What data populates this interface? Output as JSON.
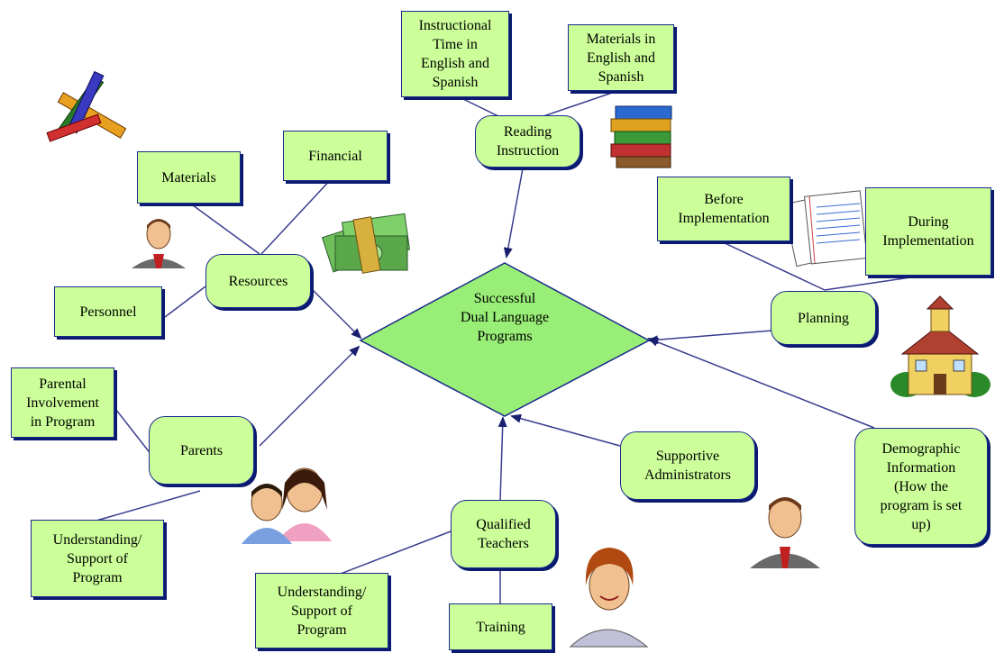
{
  "center": "Successful\nDual Language\nPrograms",
  "nodes": {
    "instructional_time": "Instructional\nTime in\nEnglish and\nSpanish",
    "materials_in_english_spanish": "Materials in\nEnglish and\nSpanish",
    "reading_instruction": "Reading\nInstruction",
    "financial": "Financial",
    "materials": "Materials",
    "resources": "Resources",
    "personnel": "Personnel",
    "before_implementation": "Before\nImplementation",
    "during_implementation": "During\nImplementation",
    "planning": "Planning",
    "parental_involvement": "Parental\nInvolvement\nin Program",
    "parents": "Parents",
    "understanding_support_parents": "Understanding/\nSupport of\nProgram",
    "supportive_administrators": "Supportive\nAdministrators",
    "demographic_information": "Demographic\nInformation\n(How the\nprogram is set\nup)",
    "qualified_teachers": "Qualified\nTeachers",
    "understanding_support_teachers": "Understanding/\nSupport of\nProgram",
    "training": "Training"
  },
  "colors": {
    "node_fill": "#ccff99",
    "node_border": "#1a2a8a",
    "line": "#3a3d8f"
  },
  "icons": [
    "crayons-icon",
    "money-icon",
    "books-icon",
    "papers-icon",
    "schoolhouse-icon",
    "businessman-icon",
    "children-icon",
    "teacher-icon"
  ]
}
